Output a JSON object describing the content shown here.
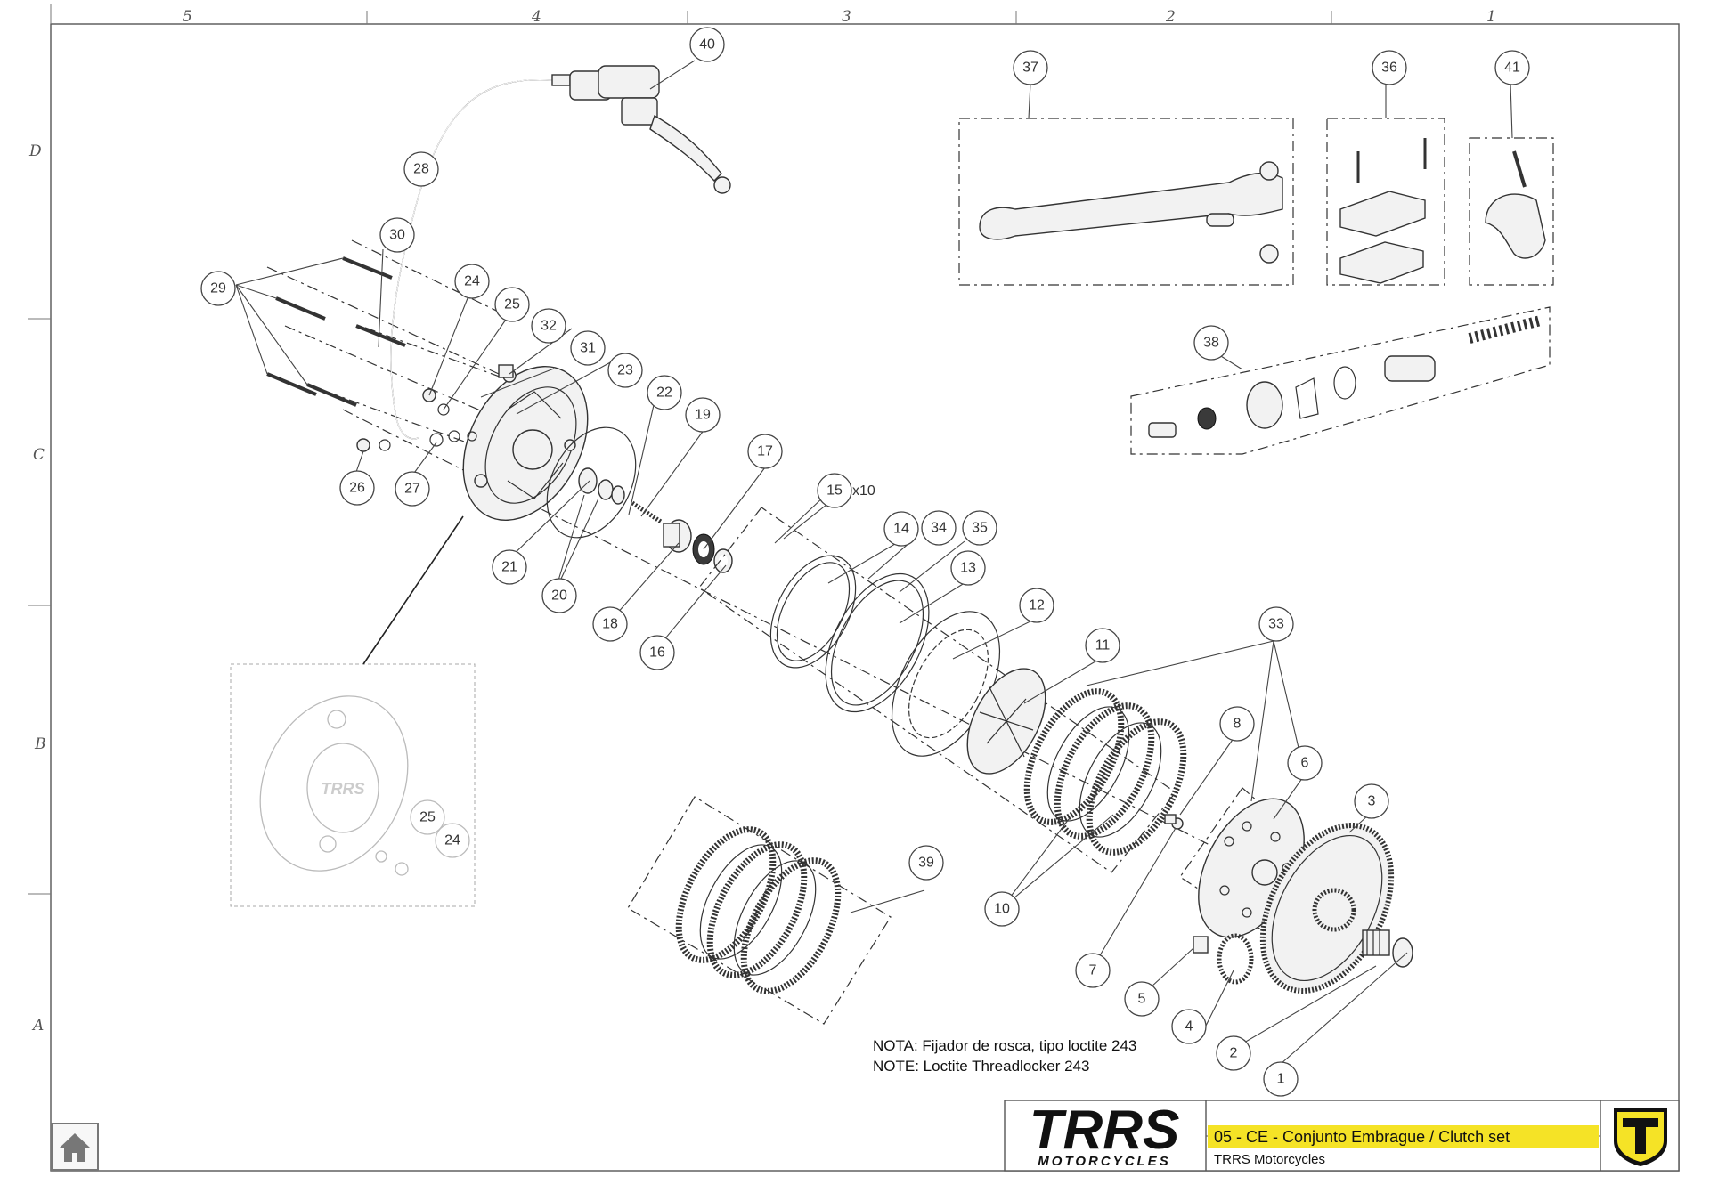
{
  "grid": {
    "columns": [
      "5",
      "4",
      "3",
      "2",
      "1"
    ],
    "rows": [
      "D",
      "C",
      "B",
      "A"
    ]
  },
  "callouts": [
    "1",
    "2",
    "3",
    "4",
    "5",
    "6",
    "7",
    "8",
    "10",
    "11",
    "12",
    "13",
    "14",
    "15",
    "16",
    "17",
    "18",
    "19",
    "20",
    "21",
    "22",
    "23",
    "24",
    "25",
    "26",
    "27",
    "28",
    "29",
    "30",
    "31",
    "32",
    "33",
    "34",
    "35",
    "36",
    "37",
    "38",
    "39",
    "40",
    "41"
  ],
  "ghost_callouts": [
    "25",
    "24"
  ],
  "quantity_label": "x10",
  "note": {
    "es": "NOTA:  Fijador de rosca, tipo loctite 243",
    "en": "NOTE: Loctite Threadlocker 243"
  },
  "title_block": {
    "logo_text": "TRRS",
    "logo_sub": "MOTORCYCLES",
    "title": "05 - CE - Conjunto Embrague / Clutch set",
    "company": "TRRS Motorcycles",
    "accent_color": "#f5e326",
    "logo_color": "#111111"
  },
  "home_icon": "home-icon"
}
